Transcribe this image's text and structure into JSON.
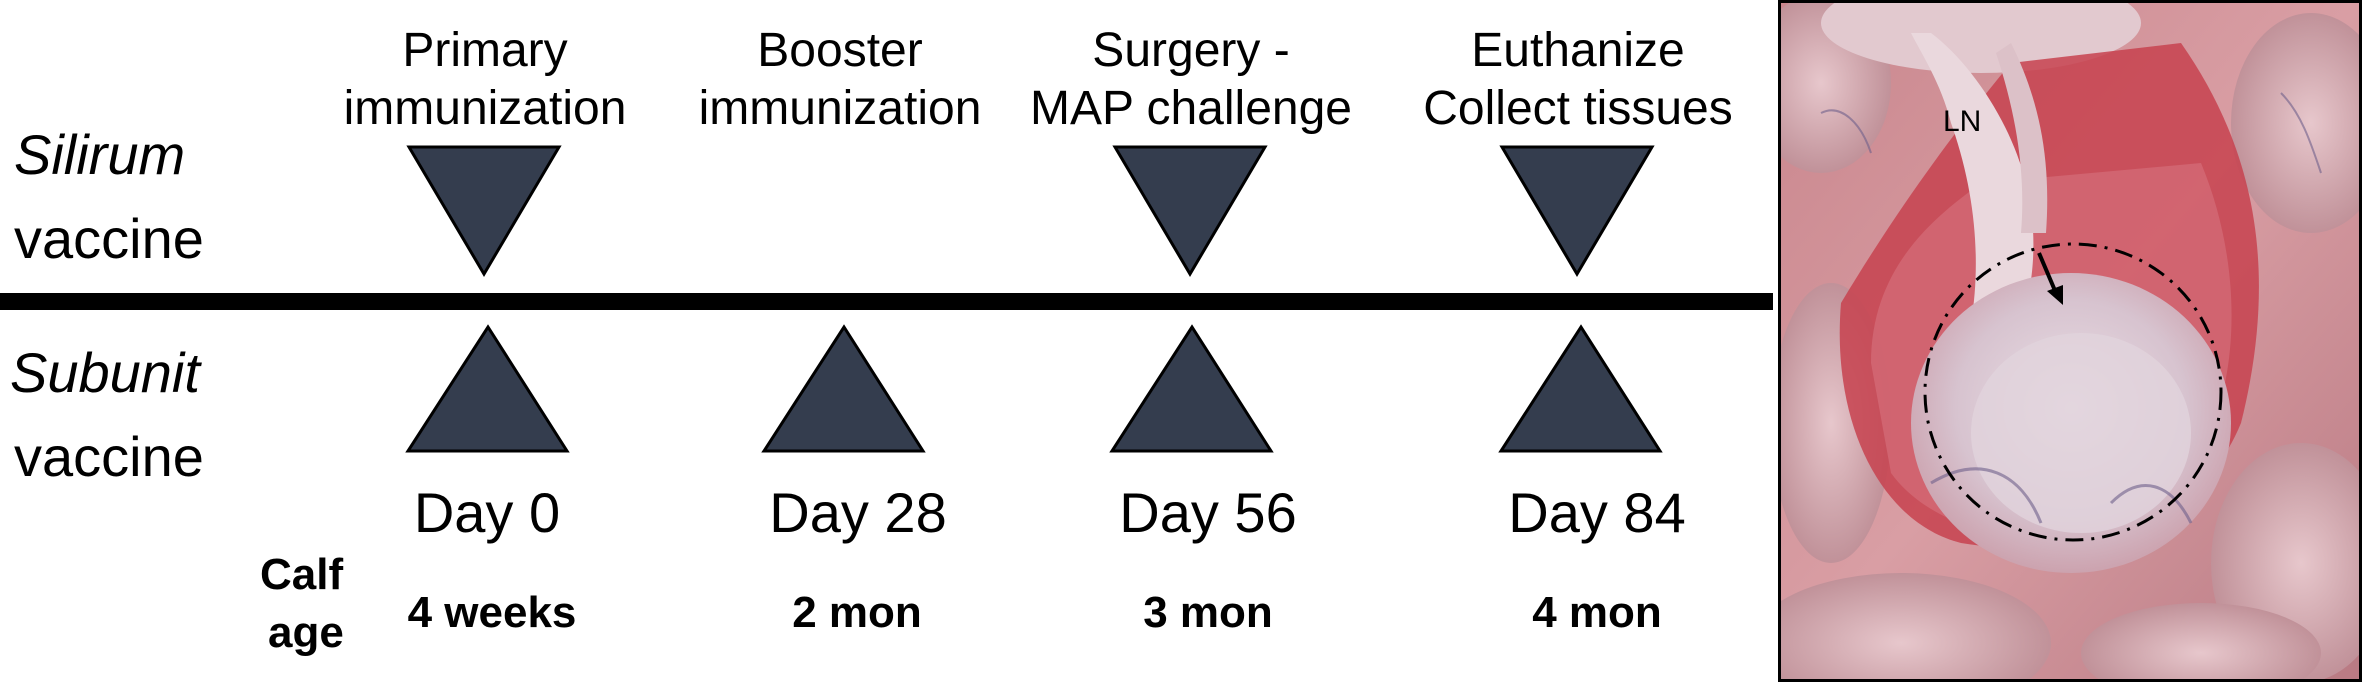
{
  "events": [
    {
      "line1": "Primary",
      "line2": "immunization"
    },
    {
      "line1": "Booster",
      "line2": "immunization"
    },
    {
      "line1": "Surgery -",
      "line2": "MAP challenge"
    },
    {
      "line1": "Euthanize",
      "line2": "Collect tissues"
    }
  ],
  "groups": [
    {
      "name": "Silirum",
      "word": "vaccine"
    },
    {
      "name": "Subunit",
      "word": "vaccine"
    }
  ],
  "days": [
    "Day 0",
    "Day 28",
    "Day 56",
    "Day 84"
  ],
  "calf_age_label": {
    "line1": "Calf",
    "line2": "age"
  },
  "ages": [
    "4 weeks",
    "2 mon",
    "3 mon",
    "4 mon"
  ],
  "photo": {
    "label": "LN"
  },
  "colors": {
    "triangle_fill": "#343d4e",
    "triangle_stroke": "#000000",
    "divider": "#000000"
  }
}
